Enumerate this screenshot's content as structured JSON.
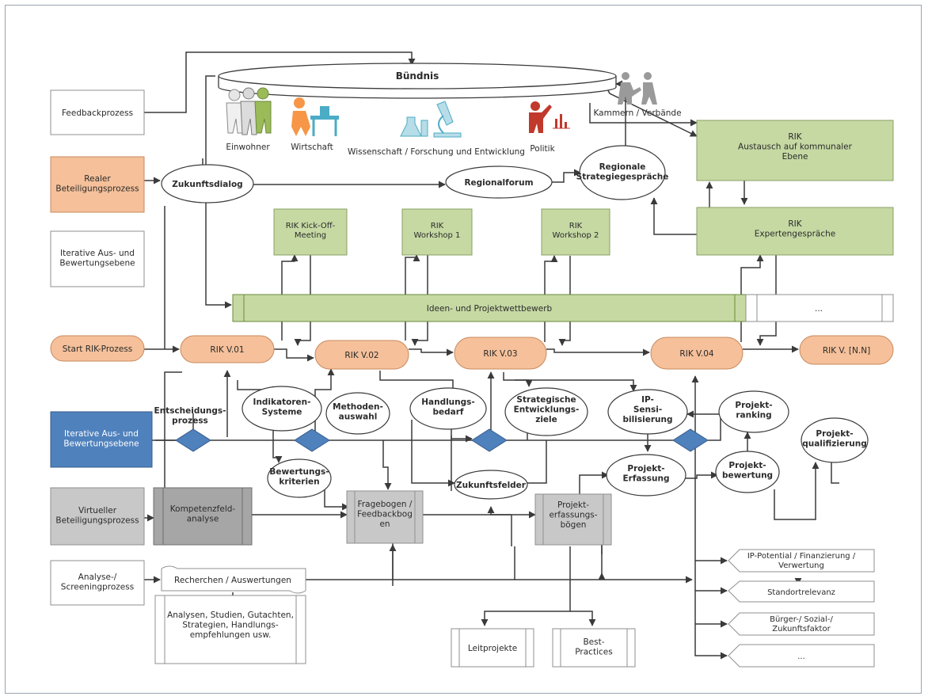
{
  "colors": {
    "green": "#c6d9a3",
    "orange": "#f5c09a",
    "blue": "#4f81bd",
    "gray": "#c8c8c8",
    "diamond": "#4f81bd",
    "line": "#3a3a3a"
  },
  "icons": [
    "people-group-icon",
    "worker-icon",
    "lab-microscope-icon",
    "speaker-chart-icon",
    "handshake-people-icon"
  ],
  "diagram": {
    "nodes": [
      {
        "id": "feedbackprozess",
        "text": "Feedbackprozess",
        "shape": "rect",
        "fill": "white"
      },
      {
        "id": "realer",
        "text": "Realer\nBeteiligungsprozess",
        "shape": "rect",
        "fill": "orange"
      },
      {
        "id": "iterative-white",
        "text": "Iterative Aus- und\nBewertungsebene",
        "shape": "rect",
        "fill": "white"
      },
      {
        "id": "start",
        "text": "Start RIK-Prozess",
        "shape": "pill",
        "fill": "orange"
      },
      {
        "id": "iterative-blue",
        "text": "Iterative Aus- und\nBewertungsebene",
        "shape": "rect",
        "fill": "blue"
      },
      {
        "id": "virtueller",
        "text": "Virtueller\nBeteiligungsprozess",
        "shape": "rect",
        "fill": "gray"
      },
      {
        "id": "analyse",
        "text": "Analyse-/\nScreeningprozess",
        "shape": "rect",
        "fill": "white"
      },
      {
        "id": "buendnis",
        "text": "Bündnis",
        "shape": "cylinder"
      },
      {
        "id": "einwohner",
        "text": "Einwohner",
        "shape": "label"
      },
      {
        "id": "wirtschaft",
        "text": "Wirtschaft",
        "shape": "label"
      },
      {
        "id": "wissenschaft",
        "text": "Wissenschaft / Forschung und Entwicklung",
        "shape": "label"
      },
      {
        "id": "politik",
        "text": "Politik",
        "shape": "label"
      },
      {
        "id": "kammern",
        "text": "Kammern / Verbände",
        "shape": "label"
      },
      {
        "id": "zukunftsdialog",
        "text": "Zukunftsdialog",
        "shape": "ellipse"
      },
      {
        "id": "regionalforum",
        "text": "Regionalforum",
        "shape": "ellipse"
      },
      {
        "id": "regionale",
        "text": "Regionale\nStrategiegespräche",
        "shape": "ellipse"
      },
      {
        "id": "rik-austausch",
        "text": "RIK\nAustausch auf kommunaler\nEbene",
        "shape": "rect",
        "fill": "green"
      },
      {
        "id": "kickoff",
        "text": "RIK Kick-Off-\nMeeting",
        "shape": "rect",
        "fill": "green"
      },
      {
        "id": "workshop1",
        "text": "RIK\nWorkshop 1",
        "shape": "rect",
        "fill": "green"
      },
      {
        "id": "workshop2",
        "text": "RIK\nWorkshop 2",
        "shape": "rect",
        "fill": "green"
      },
      {
        "id": "experten",
        "text": "RIK\nExpertengespräche",
        "shape": "rect",
        "fill": "green"
      },
      {
        "id": "ideen",
        "text": "Ideen- und Projektwettbewerb",
        "shape": "bar",
        "fill": "green"
      },
      {
        "id": "ideen-more",
        "text": "...",
        "shape": "bar",
        "fill": "white"
      },
      {
        "id": "rik01",
        "text": "RIK V.01",
        "shape": "pill",
        "fill": "orange"
      },
      {
        "id": "rik02",
        "text": "RIK V.02",
        "shape": "pill",
        "fill": "orange"
      },
      {
        "id": "rik03",
        "text": "RIK V.03",
        "shape": "pill",
        "fill": "orange"
      },
      {
        "id": "rik04",
        "text": "RIK V.04",
        "shape": "pill",
        "fill": "orange"
      },
      {
        "id": "riknn",
        "text": "RIK V. [N.N]",
        "shape": "pill",
        "fill": "orange"
      },
      {
        "id": "entscheidung",
        "text": "Entscheidungs-\nprozess",
        "shape": "label"
      },
      {
        "id": "indikatoren",
        "text": "Indikatoren-\nSysteme",
        "shape": "ellipse"
      },
      {
        "id": "methoden",
        "text": "Methoden-\nauswahl",
        "shape": "ellipse"
      },
      {
        "id": "handlungs",
        "text": "Handlungs-\nbedarf",
        "shape": "ellipse"
      },
      {
        "id": "strategische",
        "text": "Strategische\nEntwicklungs-\nziele",
        "shape": "ellipse"
      },
      {
        "id": "ip-sensi",
        "text": "IP-\nSensi-\nbilisierung",
        "shape": "ellipse"
      },
      {
        "id": "ranking",
        "text": "Projekt-\nranking",
        "shape": "ellipse"
      },
      {
        "id": "qualifizierung",
        "text": "Projekt-\nqualifizierung",
        "shape": "ellipse"
      },
      {
        "id": "bewertungskrit",
        "text": "Bewertungs-\nkriterien",
        "shape": "ellipse"
      },
      {
        "id": "zukunftsfelder",
        "text": "Zukunftsfelder",
        "shape": "ellipse"
      },
      {
        "id": "erfassung",
        "text": "Projekt-\nErfassung",
        "shape": "ellipse"
      },
      {
        "id": "bewertung",
        "text": "Projekt-\nbewertung",
        "shape": "ellipse"
      },
      {
        "id": "kompetenz",
        "text": "Kompetenzfeld-\nanalyse",
        "shape": "process",
        "fill": "dark"
      },
      {
        "id": "fragebogen",
        "text": "Fragebogen /\nFeedbackbog\nen",
        "shape": "process",
        "fill": "gray"
      },
      {
        "id": "erfassungsboegen",
        "text": "Projekt-\nerfassungs-\nbögen",
        "shape": "process",
        "fill": "gray"
      },
      {
        "id": "recherchen",
        "text": "Recherchen / Auswertungen",
        "shape": "tape"
      },
      {
        "id": "analysen",
        "text": "Analysen, Studien, Gutachten,\nStrategien, Handlungs-\nempfehlungen usw.",
        "shape": "process",
        "fill": "white"
      },
      {
        "id": "leitprojekte",
        "text": "Leitprojekte",
        "shape": "process",
        "fill": "white"
      },
      {
        "id": "best",
        "text": "Best-\nPractices",
        "shape": "process",
        "fill": "white"
      },
      {
        "id": "ip-potential",
        "text": "IP-Potential / Finanzierung /\nVerwertung",
        "shape": "tag"
      },
      {
        "id": "standort",
        "text": "Standortrelevanz",
        "shape": "tag"
      },
      {
        "id": "buerger",
        "text": "Bürger-/ Sozial-/\nZukunftsfaktor",
        "shape": "tag"
      },
      {
        "id": "more",
        "text": "...",
        "shape": "tag"
      }
    ]
  }
}
